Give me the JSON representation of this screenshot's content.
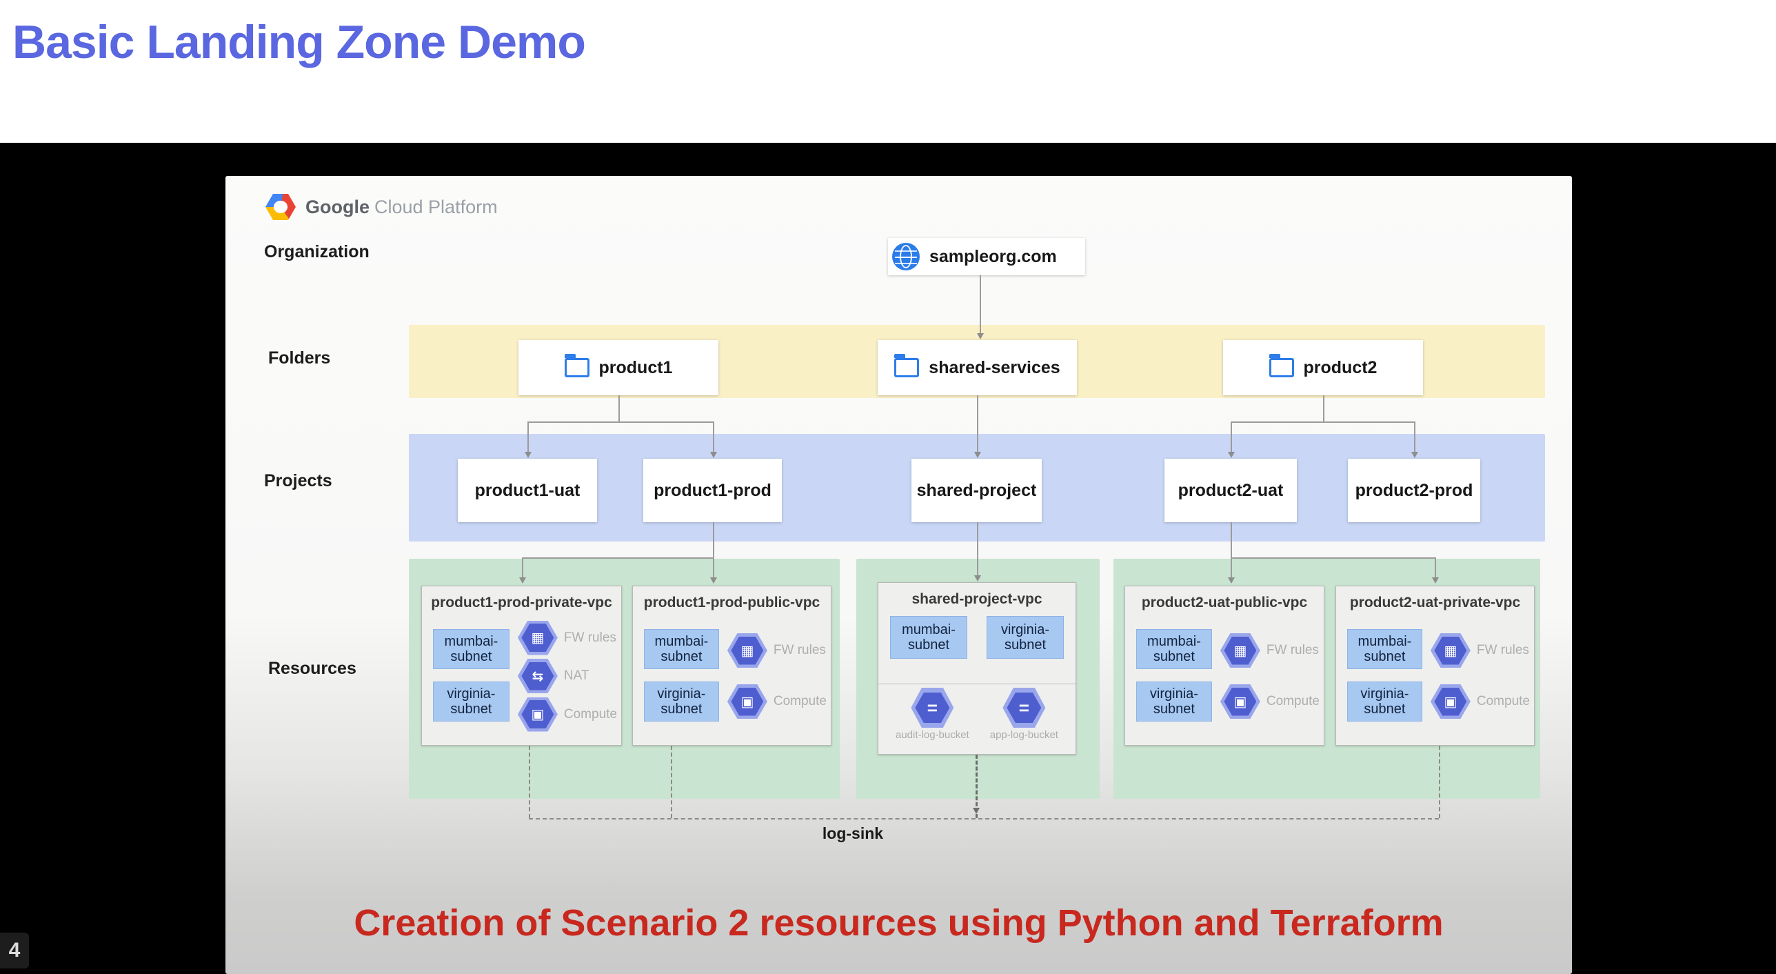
{
  "page": {
    "title": "Basic Landing Zone Demo",
    "caption": "Creation of Scenario 2 resources using Python and Terraform",
    "player_badge": "4"
  },
  "diagram": {
    "brand": {
      "bold": "Google",
      "light": "Cloud Platform"
    },
    "row_labels": {
      "organization": "Organization",
      "folders": "Folders",
      "projects": "Projects",
      "resources": "Resources"
    },
    "organization": {
      "name": "sampleorg.com"
    },
    "folders": [
      {
        "name": "product1"
      },
      {
        "name": "shared-services"
      },
      {
        "name": "product2"
      }
    ],
    "projects": [
      {
        "name": "product1-uat"
      },
      {
        "name": "product1-prod"
      },
      {
        "name": "shared-project"
      },
      {
        "name": "product2-uat"
      },
      {
        "name": "product2-prod"
      }
    ],
    "vpcs": [
      {
        "title": "product1-prod-private-vpc",
        "subnets": [
          "mumbai-subnet",
          "virginia-subnet"
        ],
        "services": [
          {
            "name": "firewall-rules",
            "glyph": "▦",
            "label": "FW rules"
          },
          {
            "name": "nat",
            "glyph": "⇆",
            "label": "NAT"
          },
          {
            "name": "compute",
            "glyph": "▣",
            "label": "Compute"
          }
        ]
      },
      {
        "title": "product1-prod-public-vpc",
        "subnets": [
          "mumbai-subnet",
          "virginia-subnet"
        ],
        "services": [
          {
            "name": "firewall-rules",
            "glyph": "▦",
            "label": "FW rules"
          },
          {
            "name": "compute",
            "glyph": "▣",
            "label": "Compute"
          }
        ]
      },
      {
        "title": "shared-project-vpc",
        "subnets": [
          "mumbai-subnet",
          "virginia-subnet"
        ],
        "buckets": [
          {
            "name": "storage-bucket",
            "glyph": "=",
            "label": "audit-log-bucket"
          },
          {
            "name": "storage-bucket",
            "glyph": "=",
            "label": "app-log-bucket"
          }
        ]
      },
      {
        "title": "product2-uat-public-vpc",
        "subnets": [
          "mumbai-subnet",
          "virginia-subnet"
        ],
        "services": [
          {
            "name": "firewall-rules",
            "glyph": "▦",
            "label": "FW rules"
          },
          {
            "name": "compute",
            "glyph": "▣",
            "label": "Compute"
          }
        ]
      },
      {
        "title": "product2-uat-private-vpc",
        "subnets": [
          "mumbai-subnet",
          "virginia-subnet"
        ],
        "services": [
          {
            "name": "firewall-rules",
            "glyph": "▦",
            "label": "FW rules"
          },
          {
            "name": "compute",
            "glyph": "▣",
            "label": "Compute"
          }
        ]
      }
    ],
    "log_sink": "log-sink",
    "colors": {
      "title_blue": "#5a67e0",
      "caption_red": "#c8281e",
      "band_yellow": "#faf0c6",
      "band_blue": "#c9d6f6",
      "band_green": "#c9e4d0",
      "hexagon_indigo": "#4f5ecf",
      "subnet_blue": "#a6c8f1",
      "folder_blue": "#2e7de9",
      "globe_blue": "#2b7ce9"
    }
  }
}
